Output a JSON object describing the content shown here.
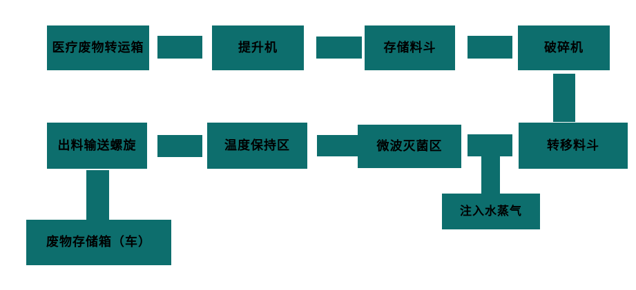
{
  "diagram": {
    "type": "flowchart",
    "background_color": "#ffffff",
    "node_fill_color": "#0d6e6d",
    "node_text_color": "#000000",
    "connector_color": "#0d6e6d",
    "nodes": [
      {
        "id": "medical-waste-transfer-box",
        "label": "医疗废物转运箱"
      },
      {
        "id": "hoist",
        "label": "提升机"
      },
      {
        "id": "storage-hopper",
        "label": "存储料斗"
      },
      {
        "id": "crusher",
        "label": "破碎机"
      },
      {
        "id": "discharge-screw-conveyor",
        "label": "出料输送螺旋"
      },
      {
        "id": "temperature-holding-zone",
        "label": "温度保持区"
      },
      {
        "id": "microwave-sterilization-zone",
        "label": "微波灭菌区"
      },
      {
        "id": "transfer-hopper",
        "label": "转移料斗"
      },
      {
        "id": "waste-storage-box-vehicle",
        "label": "废物存储箱（车）"
      },
      {
        "id": "steam-injection",
        "label": "注入水蒸气"
      }
    ],
    "connections": [
      {
        "from": "medical-waste-transfer-box",
        "to": "hoist",
        "style": "thick-bar"
      },
      {
        "from": "hoist",
        "to": "storage-hopper",
        "style": "thick-bar"
      },
      {
        "from": "storage-hopper",
        "to": "crusher",
        "style": "thick-bar"
      },
      {
        "from": "crusher",
        "to": "transfer-hopper",
        "style": "thick-bar"
      },
      {
        "from": "transfer-hopper",
        "to": "microwave-sterilization-zone",
        "style": "thick-bar"
      },
      {
        "from": "microwave-sterilization-zone",
        "to": "temperature-holding-zone",
        "style": "thick-bar"
      },
      {
        "from": "temperature-holding-zone",
        "to": "discharge-screw-conveyor",
        "style": "thick-bar"
      },
      {
        "from": "discharge-screw-conveyor",
        "to": "waste-storage-box-vehicle",
        "style": "thick-bar"
      },
      {
        "from": "steam-injection",
        "to": "microwave-sterilization-zone",
        "style": "thick-bar"
      }
    ]
  }
}
